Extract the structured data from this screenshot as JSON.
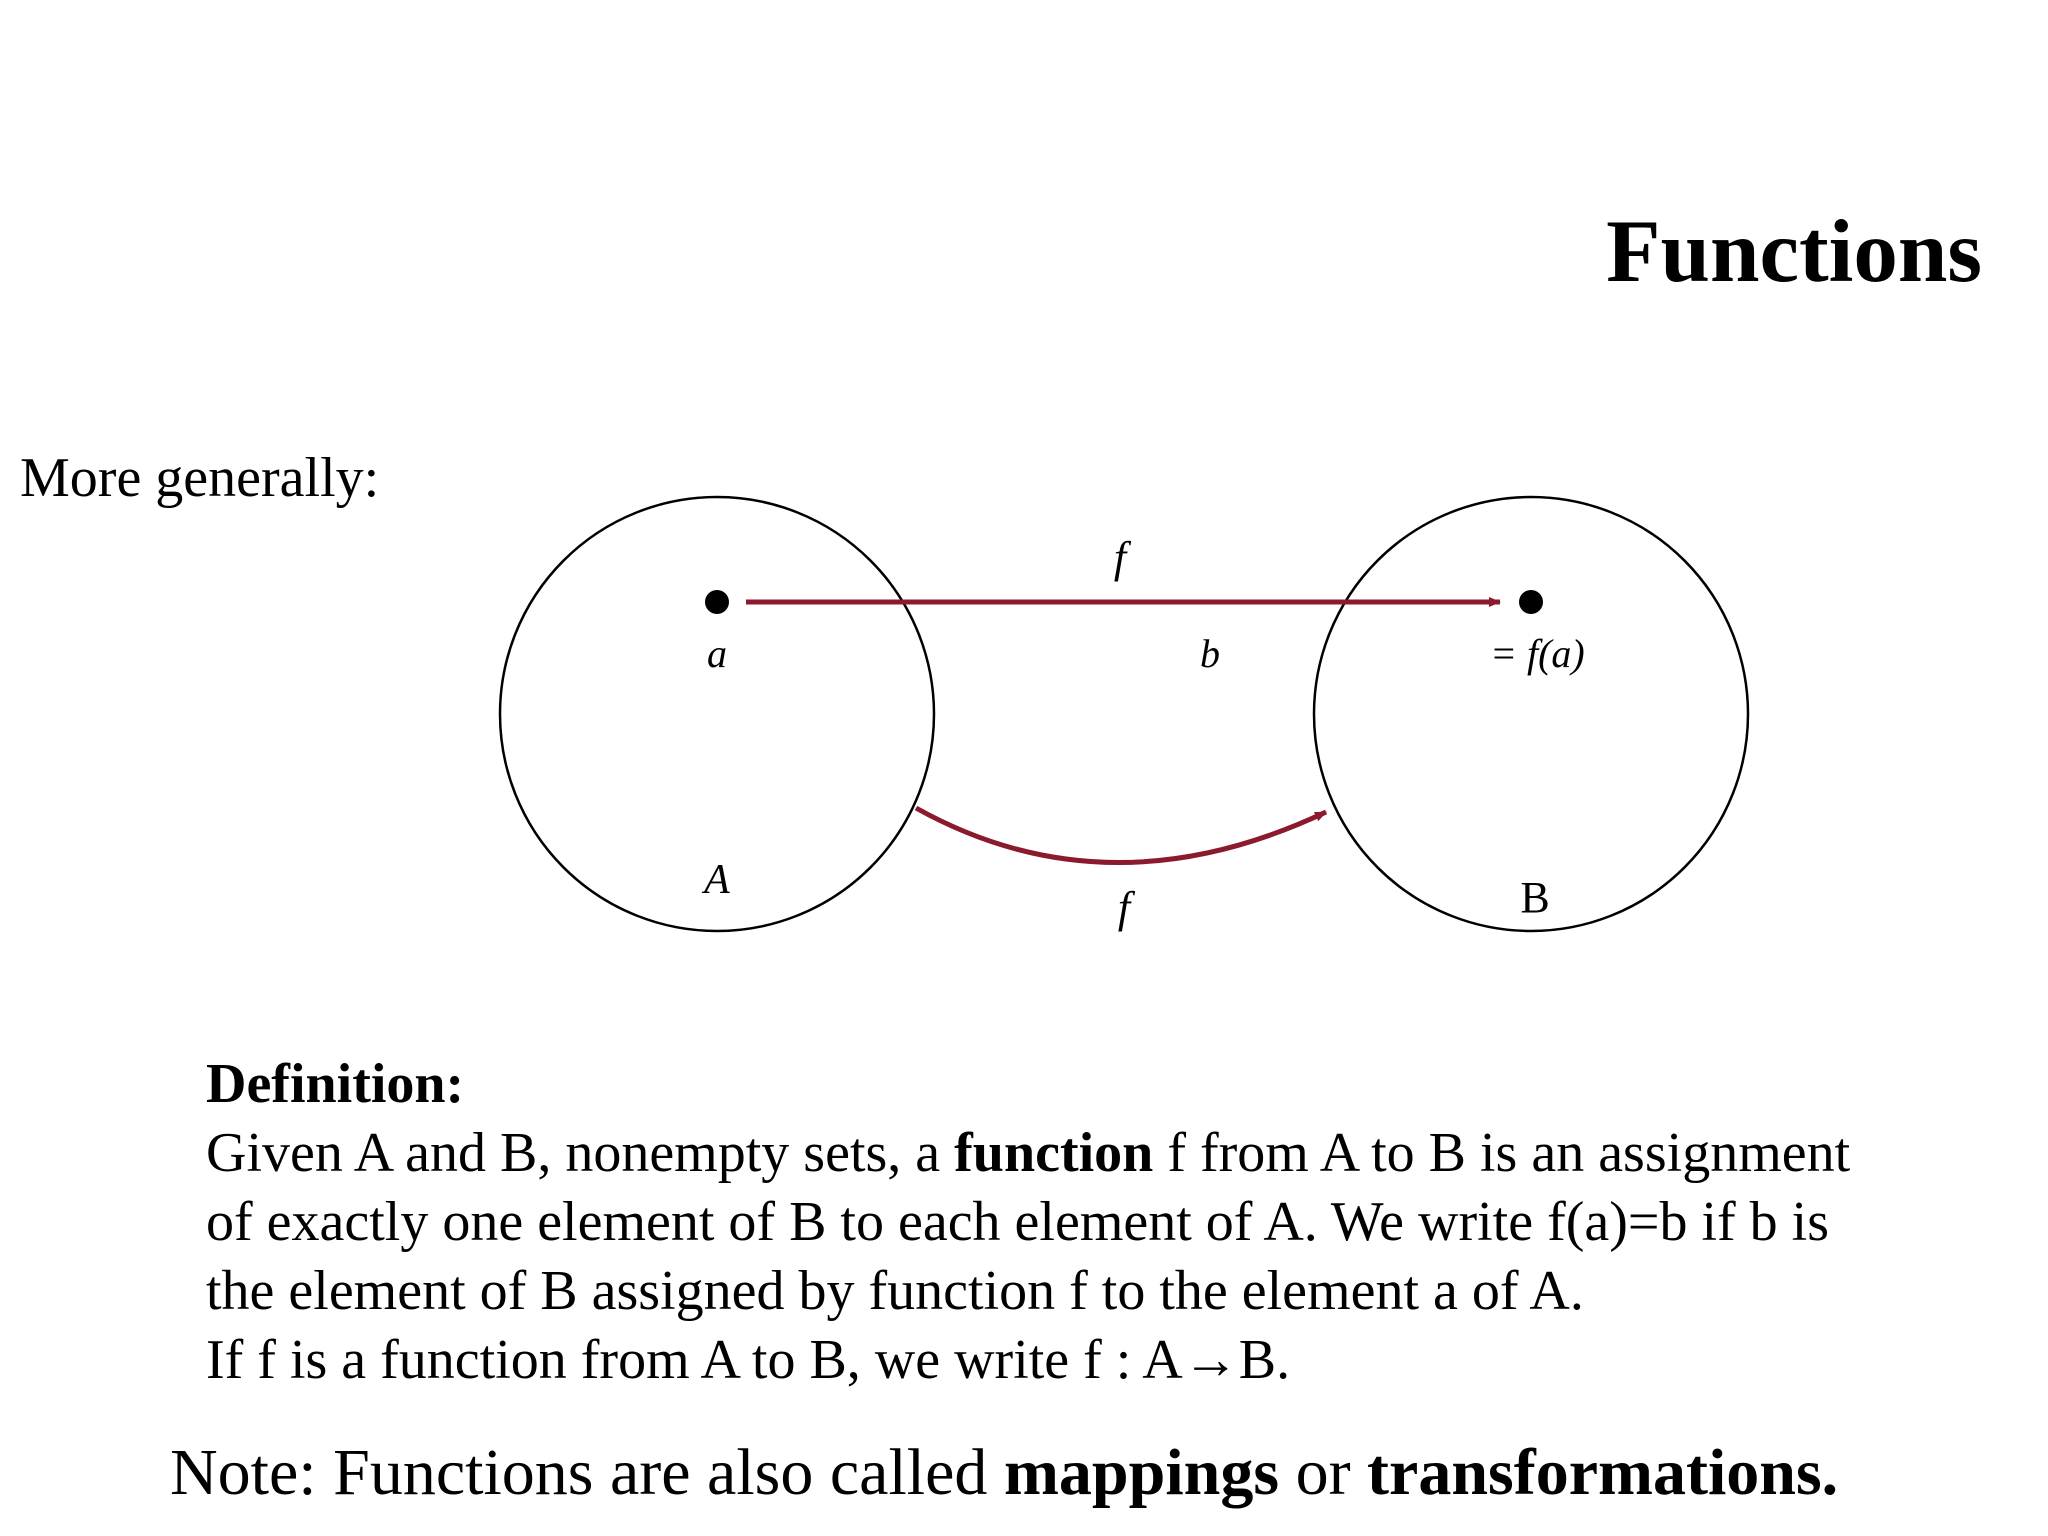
{
  "title": "Functions",
  "intro": "More generally:",
  "diagram": {
    "arrow_color": "#8b1a2e",
    "point_a_label": "a",
    "point_b_label": "b",
    "image_label": "= f(a)",
    "top_arrow_label": "f",
    "bottom_arrow_label": "f",
    "set_a_label": "A",
    "set_b_label": "B"
  },
  "definition": {
    "heading": "Definition:",
    "line1_pre": "Given A and B, nonempty sets, a ",
    "line1_bold": "function",
    "line1_post": " f from A to B is an assignment",
    "line2": "of exactly one element of B to each element of A.  We write f(a)=b if b is",
    "line3": "the element of B assigned by function f to the element a of A.",
    "line4": "If f is a function from A to B, we write f : A→B."
  },
  "note": {
    "prefix": "Note: Functions are also called ",
    "term1": "mappings",
    "middle": " or ",
    "term2": "transformations."
  }
}
